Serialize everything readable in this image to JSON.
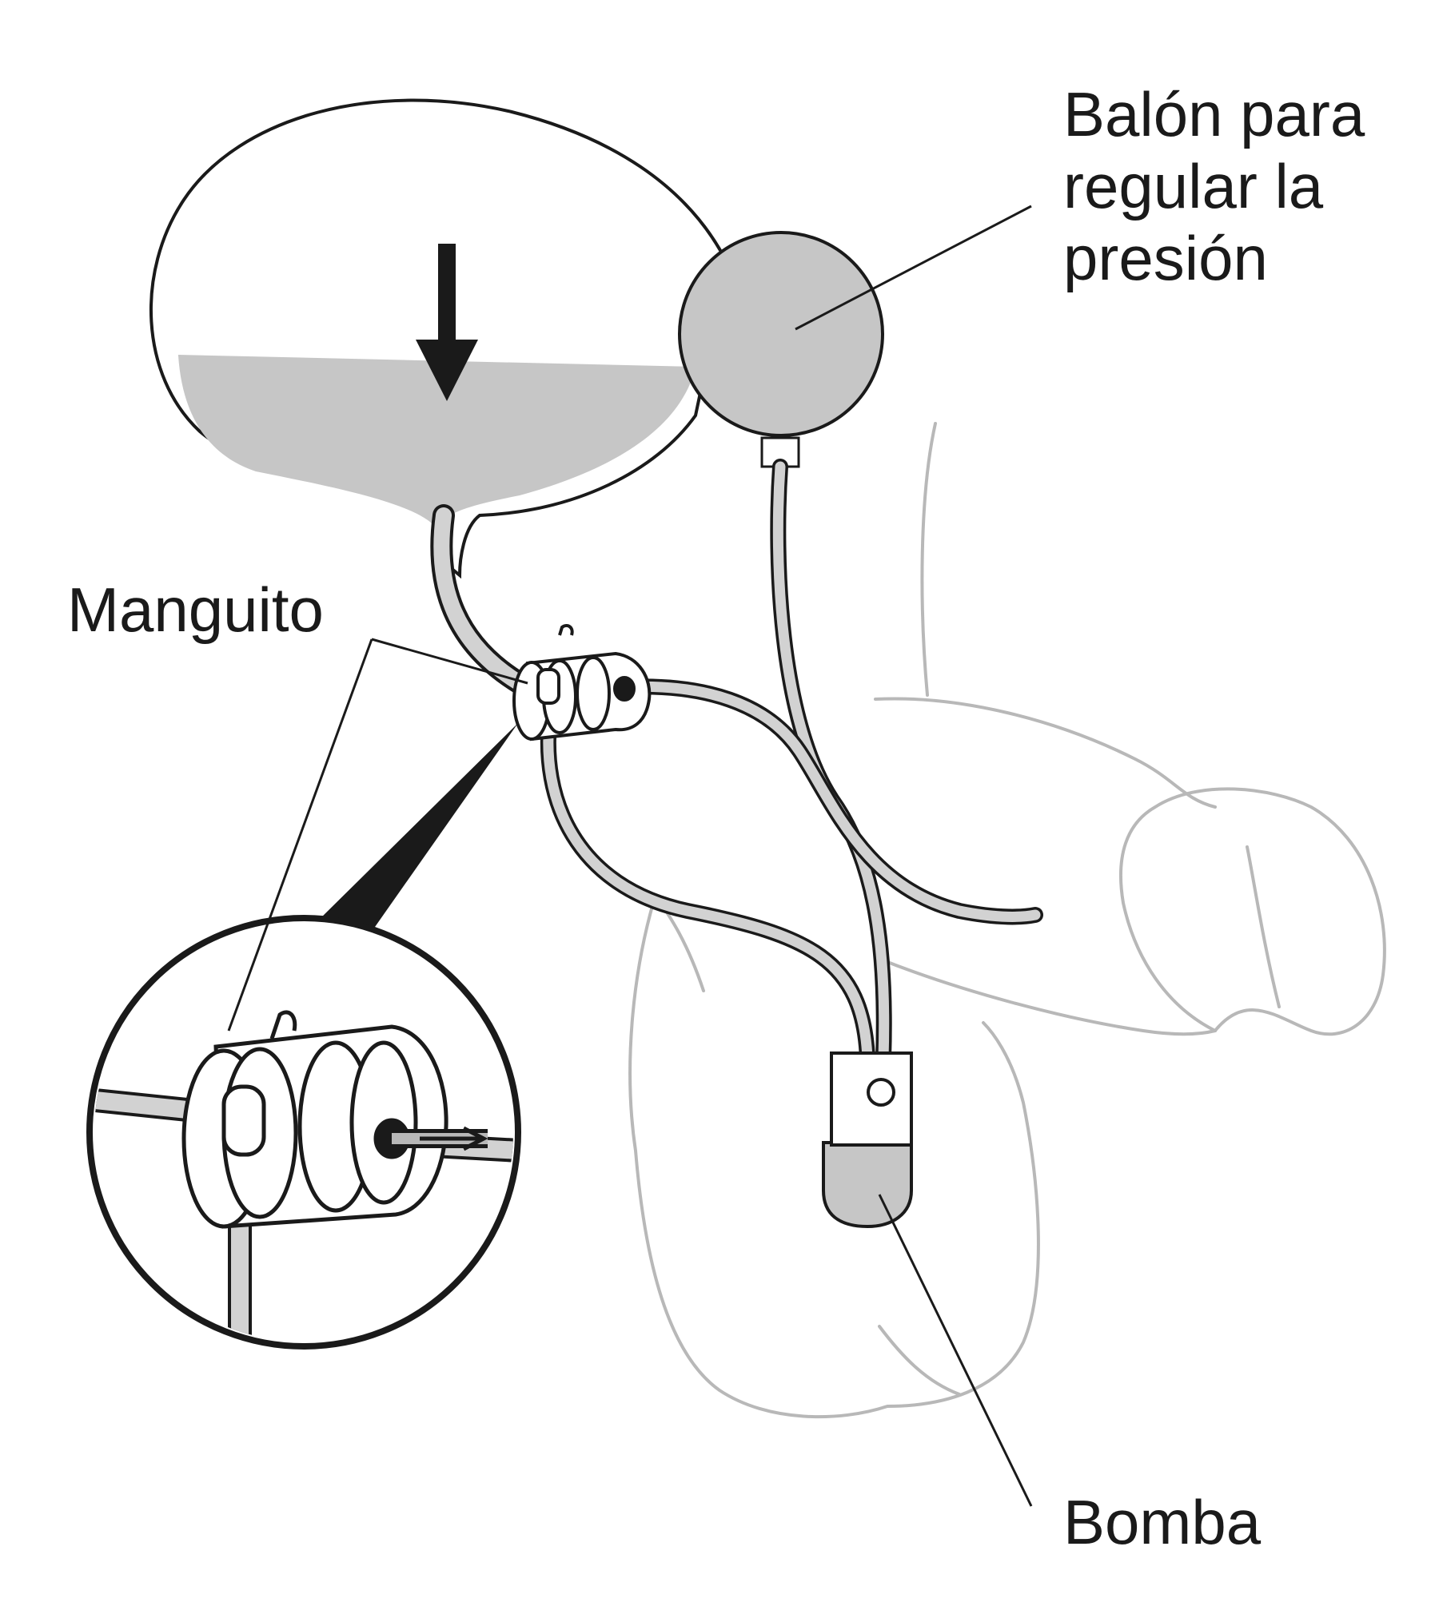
{
  "labels": {
    "balon_line1": "Balón para",
    "balon_line2": "regular la",
    "balon_line3": "presión",
    "manguito": "Manguito",
    "bomba": "Bomba"
  },
  "colors": {
    "outline": "#1a1a1a",
    "fill_gray": "#c6c6c6",
    "body_outline": "#b8b8b8",
    "tube_fill": "#d2d2d2",
    "background": "#ffffff"
  },
  "icons": [
    "down-arrow-icon",
    "flow-arrow-icon"
  ]
}
